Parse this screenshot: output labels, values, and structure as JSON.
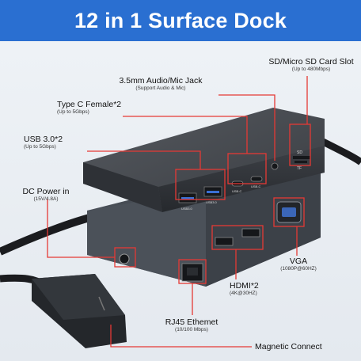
{
  "title": "12 in 1 Surface Dock",
  "labels": {
    "sd": {
      "title": "SD/Micro SD Card Slot",
      "sub": "(Up to 480Mbps)"
    },
    "audio": {
      "title": "3.5mm Audio/Mic Jack",
      "sub": "(Support Audio & Mic)"
    },
    "typec": {
      "title": "Type C Female*2",
      "sub": "(Up to 5Gbps)"
    },
    "usb": {
      "title": "USB 3.0*2",
      "sub": "(Up to 5Gbps)"
    },
    "dc": {
      "title": "DC Power in",
      "sub": "(15V/4.8A)"
    },
    "vga": {
      "title": "VGA",
      "sub": "(1080P@60HZ)"
    },
    "hdmi": {
      "title": "HDMI*2",
      "sub": "(4K@30HZ)"
    },
    "rj45": {
      "title": "RJ45 Ethemet",
      "sub": "(10/100 Mbps)"
    },
    "magnetic": {
      "title": "Magnetic Connect"
    }
  },
  "port_texts": {
    "usb1": "USB3.0",
    "usb2": "USB3.0",
    "usbc1": "USB-C",
    "usbc2": "USB-C",
    "sd": "SD",
    "tf": "TF"
  },
  "colors": {
    "banner": "#2a6fd1",
    "callout": "#e53935",
    "device": "#3b3f45",
    "device_front": "#2f3237"
  }
}
